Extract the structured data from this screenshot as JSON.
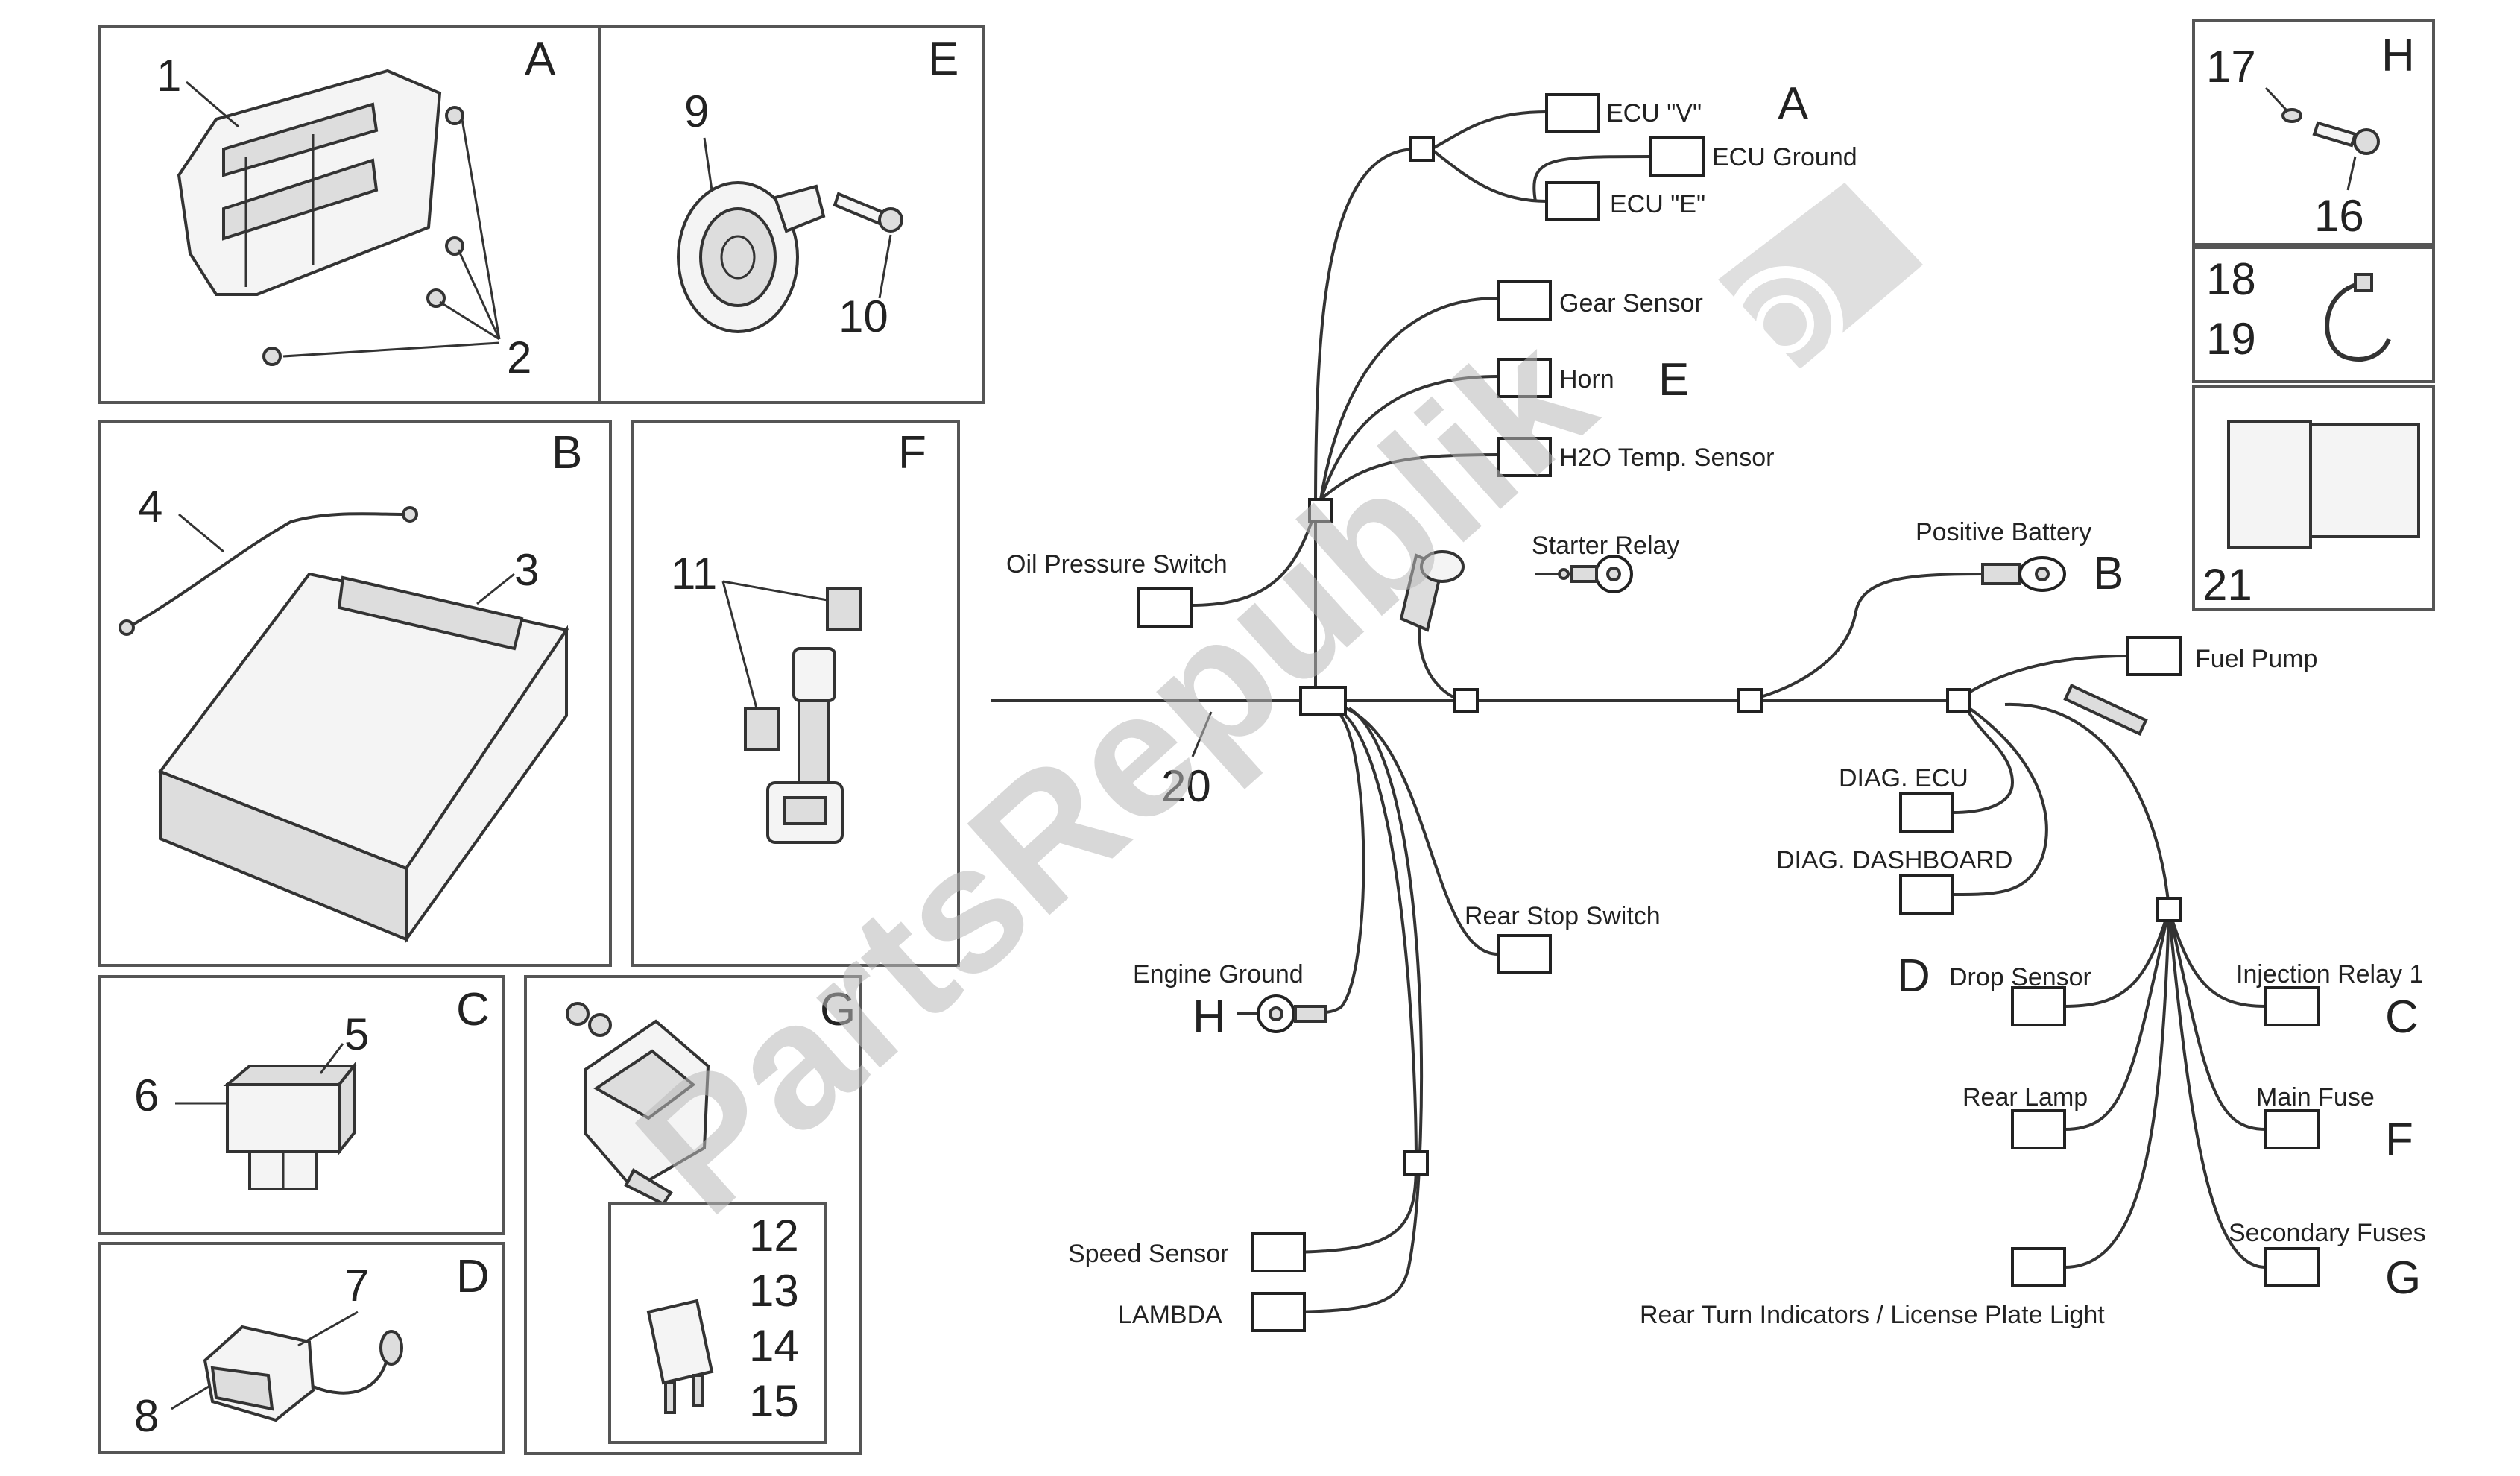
{
  "panels": {
    "A": {
      "letter": "A",
      "numbers": [
        "1",
        "2"
      ]
    },
    "E": {
      "letter": "E",
      "numbers": [
        "9",
        "10"
      ]
    },
    "B": {
      "letter": "B",
      "numbers": [
        "4",
        "3"
      ]
    },
    "F": {
      "letter": "F",
      "numbers": [
        "11"
      ]
    },
    "C": {
      "letter": "C",
      "numbers": [
        "5",
        "6"
      ]
    },
    "G": {
      "letter": "G",
      "numbers": [
        "12",
        "13",
        "14",
        "15"
      ]
    },
    "D": {
      "letter": "D",
      "numbers": [
        "7",
        "8"
      ]
    },
    "H": {
      "letter": "H",
      "numbers": [
        "17",
        "16"
      ]
    },
    "clamp": {
      "numbers": [
        "18",
        "19"
      ]
    },
    "doc": {
      "numbers": [
        "21"
      ]
    }
  },
  "harness": {
    "number": "20",
    "labels": {
      "ecu_v": "ECU \"V\"",
      "ecu_ground": "ECU Ground",
      "ecu_e": "ECU \"E\"",
      "gear_sensor": "Gear Sensor",
      "horn": "Horn",
      "h2o_temp": "H2O Temp. Sensor",
      "oil_pressure": "Oil Pressure Switch",
      "starter_relay": "Starter Relay",
      "positive_battery": "Positive Battery",
      "fuel_pump": "Fuel Pump",
      "diag_ecu": "DIAG. ECU",
      "diag_dashboard": "DIAG. DASHBOARD",
      "rear_stop": "Rear Stop Switch",
      "engine_ground": "Engine Ground",
      "drop_sensor": "Drop Sensor",
      "injection_relay": "Injection Relay 1",
      "rear_lamp": "Rear Lamp",
      "main_fuse": "Main Fuse",
      "secondary_fuses": "Secondary Fuses",
      "speed_sensor": "Speed Sensor",
      "lambda": "LAMBDA",
      "rear_turn": "Rear Turn Indicators / License Plate Light"
    },
    "callouts": {
      "ecu": "A",
      "horn": "E",
      "battery": "B",
      "engine_ground": "H",
      "drop_sensor": "D",
      "injection_relay": "C",
      "main_fuse": "F",
      "secondary_fuses": "G"
    }
  },
  "watermark": {
    "text": "PartsRepublik"
  }
}
